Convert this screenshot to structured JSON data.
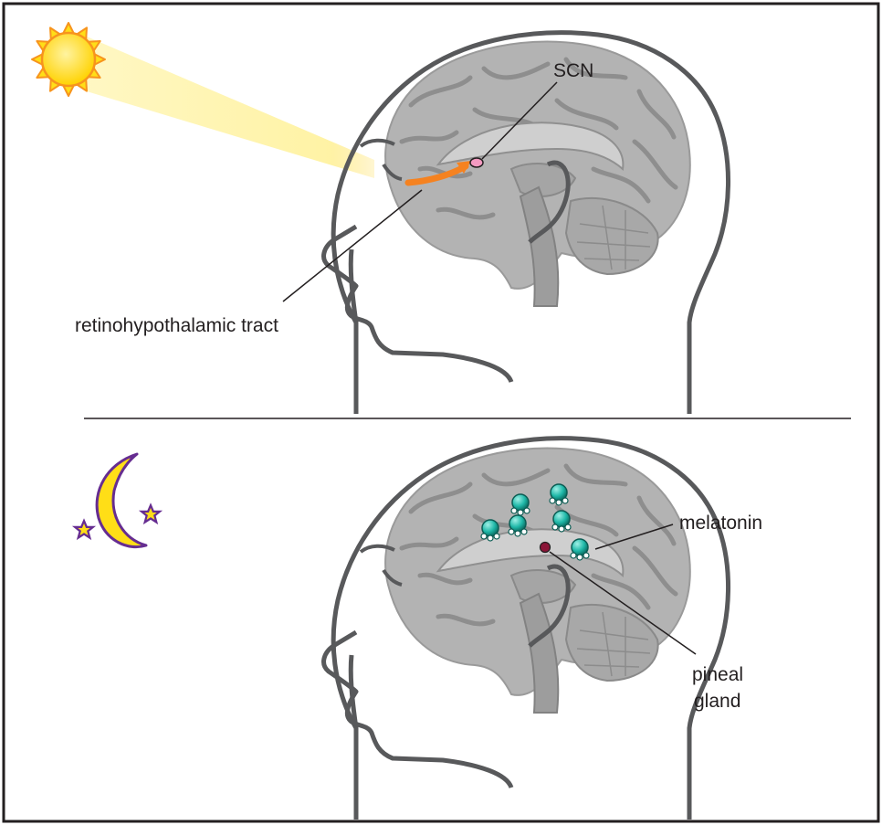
{
  "labels": {
    "scn": "SCN",
    "retinohypothalamic_tract": "retinohypothalamic tract",
    "melatonin": "melatonin",
    "pineal_line1": "pineal",
    "pineal_line2": "gland"
  },
  "colors": {
    "frame": "#231f20",
    "head_outline": "#58595b",
    "brain_light": "#b3b3b3",
    "brain_mid": "#9d9d9d",
    "brain_dark": "#808080",
    "sun_fill": "#ffde17",
    "sun_ray": "#f7941d",
    "light_beam": "#fff3a8",
    "pathway_arrow": "#f58220",
    "scn_dot": "#f49ac1",
    "moon_fill": "#ffde17",
    "moon_stroke": "#662d91",
    "pineal_dot": "#8b1538",
    "melatonin": "#27aae1"
  },
  "icons": {
    "sun": "sun-icon",
    "moon": "crescent-moon-icon",
    "star": "star-icon",
    "melatonin": "melatonin-molecule-icon"
  }
}
